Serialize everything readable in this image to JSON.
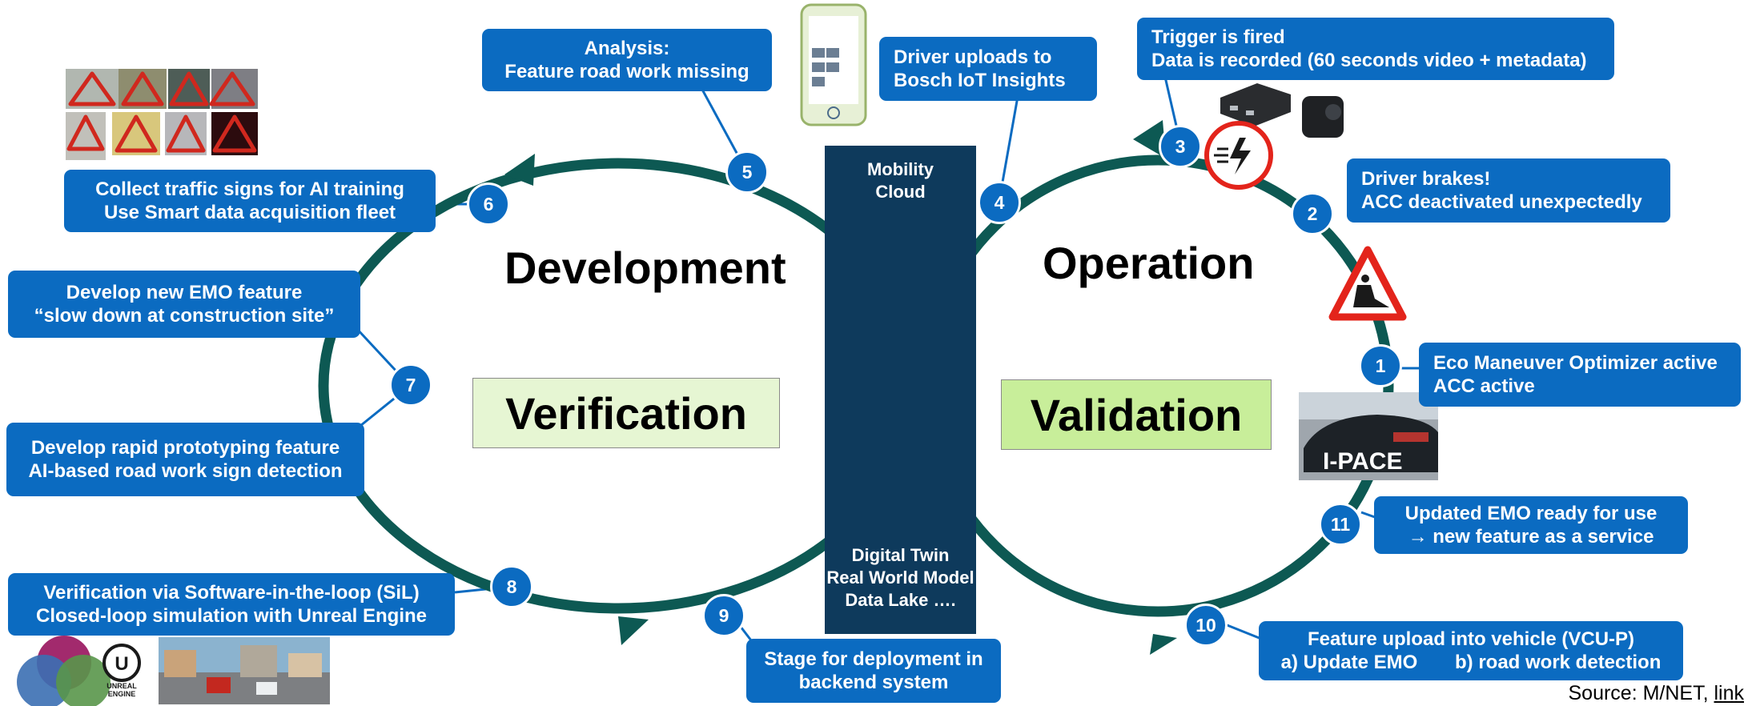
{
  "titles": {
    "development": "Development",
    "operation": "Operation",
    "verification": "Verification",
    "validation": "Validation"
  },
  "cloud": {
    "top": [
      "Mobility",
      "Cloud"
    ],
    "bottom": [
      "Digital Twin",
      "Real World Model",
      "Data Lake …."
    ]
  },
  "steps": {
    "s1": {
      "num": "1",
      "lines": [
        "Eco Maneuver Optimizer active",
        "ACC active"
      ]
    },
    "s2": {
      "num": "2",
      "lines": [
        "Driver brakes!",
        "ACC deactivated unexpectedly"
      ]
    },
    "s3": {
      "num": "3",
      "lines": [
        "Trigger is fired",
        "Data is recorded (60 seconds video + metadata)"
      ]
    },
    "s4": {
      "num": "4",
      "lines": [
        "Driver uploads to",
        "Bosch IoT Insights"
      ]
    },
    "s5": {
      "num": "5",
      "lines": [
        "Analysis:",
        "Feature road work missing"
      ]
    },
    "s6": {
      "num": "6",
      "lines": [
        "Collect traffic signs for AI training",
        "Use Smart data acquisition fleet"
      ]
    },
    "s7": {
      "num": "7",
      "lines_a": [
        "Develop new EMO feature",
        "“slow down at construction site”"
      ],
      "lines_b": [
        "Develop rapid prototyping feature",
        "AI-based road work sign detection"
      ]
    },
    "s8": {
      "num": "8",
      "lines": [
        "Verification via Software-in-the-loop (SiL)",
        "Closed-loop simulation with Unreal Engine"
      ]
    },
    "s9": {
      "num": "9",
      "lines": [
        "Stage for deployment in",
        "backend system"
      ]
    },
    "s10": {
      "num": "10",
      "lines": [
        "Feature upload into vehicle (VCU-P)",
        "a) Update EMO       b) road work detection"
      ]
    },
    "s11": {
      "num": "11",
      "lines": [
        "Updated EMO ready for use",
        "→ new feature as a service"
      ]
    }
  },
  "images": {
    "ipace": "I-PACE",
    "unreal": [
      "UNREAL",
      "ENGINE"
    ]
  },
  "source": {
    "prefix": "Source: M/NET, ",
    "link": "link"
  },
  "colors": {
    "box": "#0b6bc1",
    "loop": "#0d5953",
    "cloud": "#0e3a5c",
    "verification_bg": "#e6f6d3",
    "validation_bg": "#c8ee9a",
    "warning_red": "#e3241b"
  }
}
